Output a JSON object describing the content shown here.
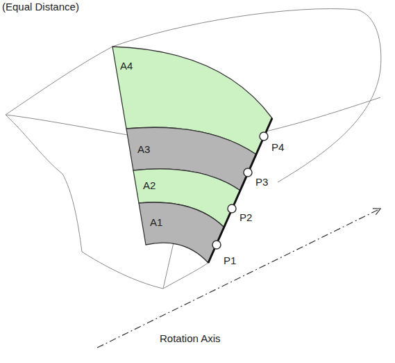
{
  "diagram": {
    "nodes": [
      {
        "text": [
          "A4"
        ]
      },
      {
        "text": [
          "A3"
        ]
      },
      {
        "text": [
          "A2"
        ]
      },
      {
        "text": [
          "A1"
        ]
      }
    ],
    "labels": [
      "(Equal Distance)",
      "P1",
      "P2",
      "P3",
      "P4",
      "Rotation Axis"
    ]
  }
}
